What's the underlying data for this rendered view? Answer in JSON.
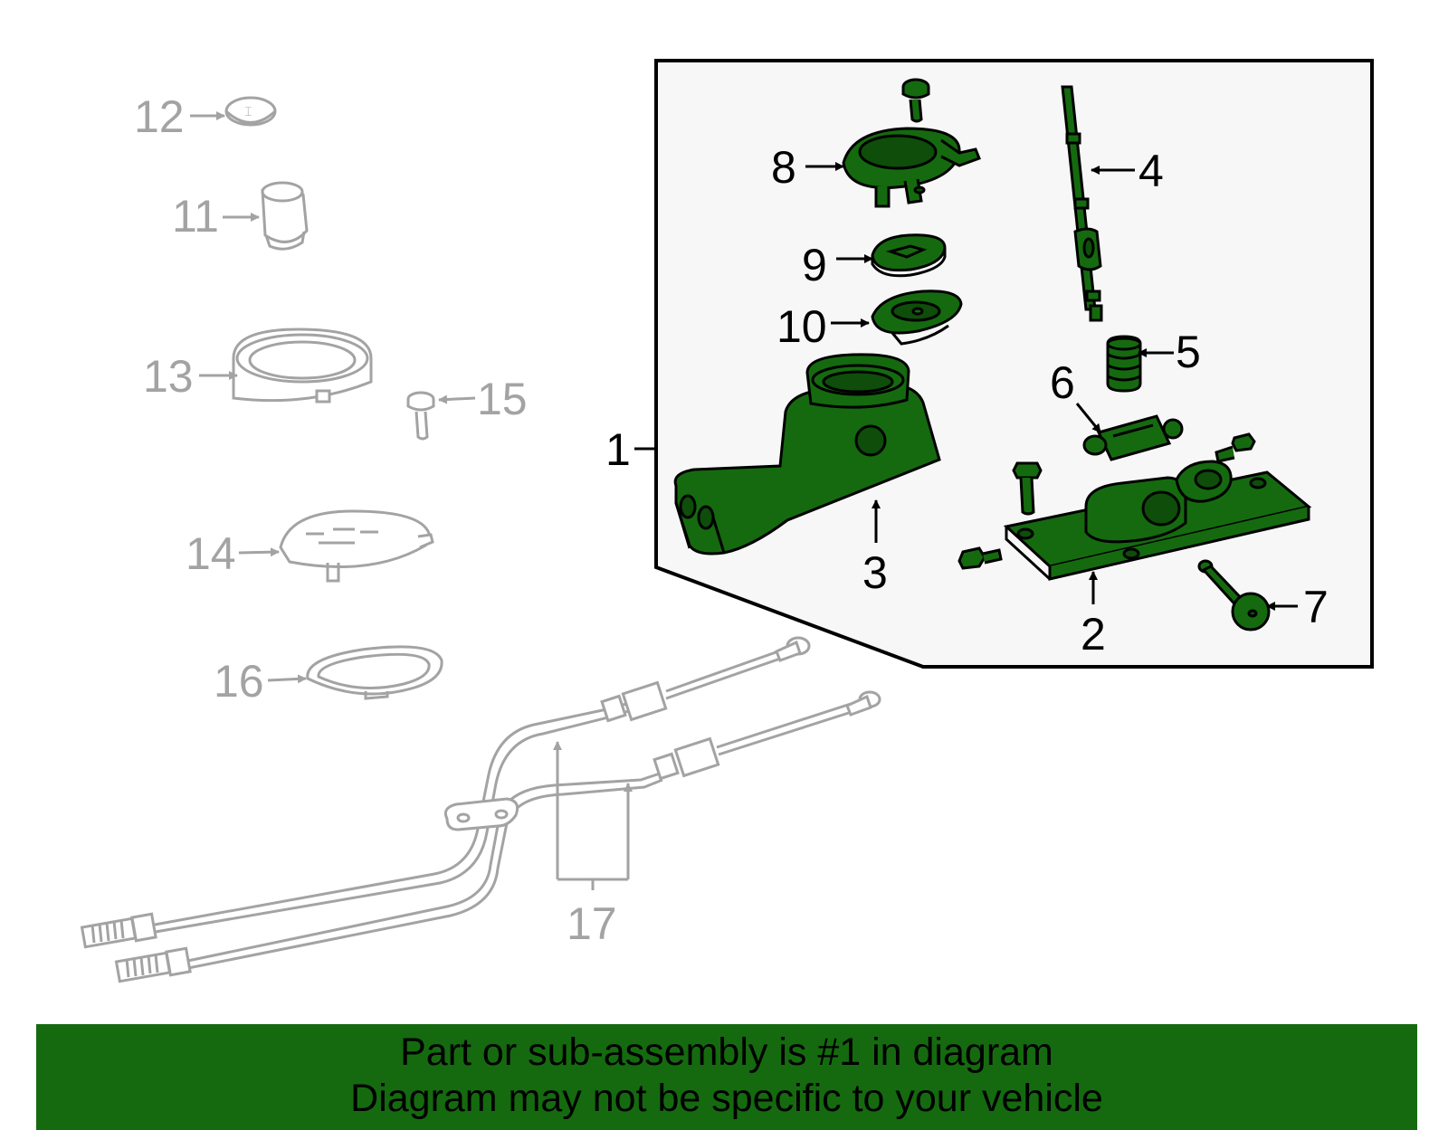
{
  "colors": {
    "highlight": "#156a0f",
    "outline_dark": "#000000",
    "outline_grey": "#a3a3a3",
    "inset_background": "#f7f7f7"
  },
  "callouts": {
    "c1": "1",
    "c2": "2",
    "c3": "3",
    "c4": "4",
    "c5": "5",
    "c6": "6",
    "c7": "7",
    "c8": "8",
    "c9": "9",
    "c10": "10",
    "c11": "11",
    "c12": "12",
    "c13": "13",
    "c14": "14",
    "c15": "15",
    "c16": "16",
    "c17": "17"
  },
  "banner": {
    "line1": "Part or sub-assembly is #1 in diagram",
    "line2": "Diagram may not be specific to your vehicle"
  }
}
